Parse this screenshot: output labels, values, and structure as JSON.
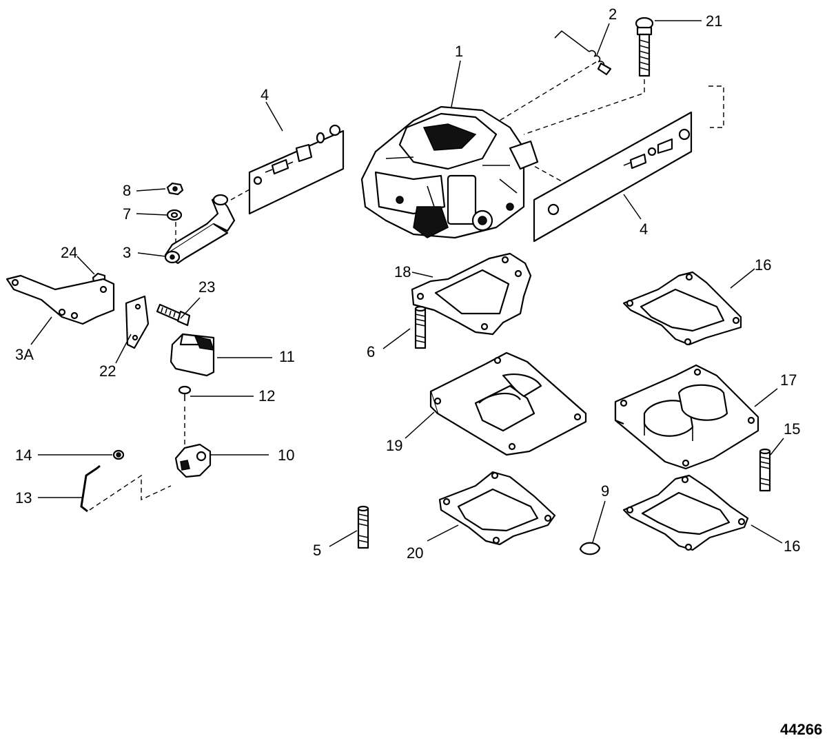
{
  "figure_number": "44266",
  "callouts": {
    "c1": "1",
    "c2": "2",
    "c3": "3",
    "c3a": "3A",
    "c4a": "4",
    "c4b": "4",
    "c5": "5",
    "c6": "6",
    "c7": "7",
    "c8": "8",
    "c9": "9",
    "c10": "10",
    "c11": "11",
    "c12": "12",
    "c13": "13",
    "c14": "14",
    "c15": "15",
    "c16a": "16",
    "c16b": "16",
    "c17": "17",
    "c18": "18",
    "c19": "19",
    "c20": "20",
    "c21": "21",
    "c22": "22",
    "c23": "23",
    "c24": "24"
  },
  "colors": {
    "ink": "#000000",
    "paper": "#ffffff"
  }
}
